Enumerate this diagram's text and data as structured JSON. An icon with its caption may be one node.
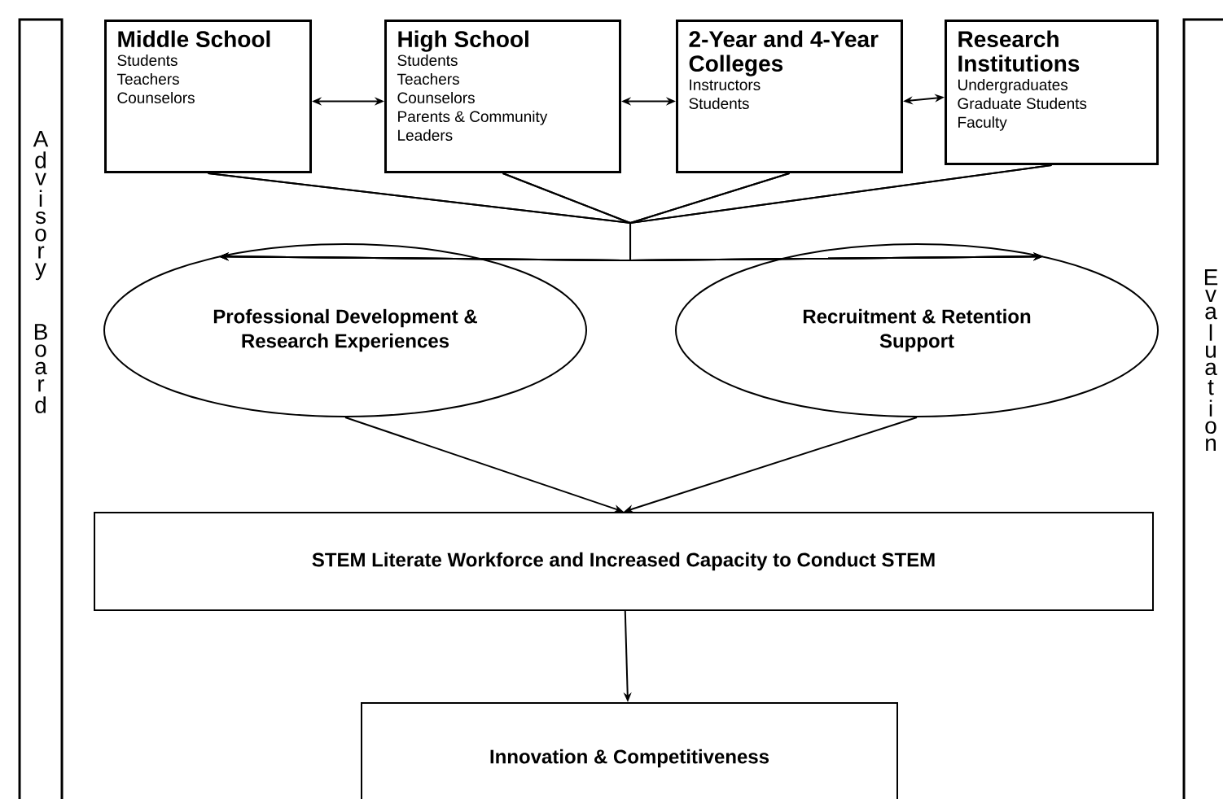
{
  "diagram": {
    "nodes": [
      {
        "text": [
          "Advisory Board"
        ]
      },
      {
        "text": [
          "Middle School",
          "Students",
          "Teachers",
          "Counselors"
        ]
      },
      {
        "text": [
          "High School",
          "Students",
          "Teachers",
          "Counselors",
          "Parents & Community",
          "Leaders"
        ]
      },
      {
        "text": [
          "2-Year and 4-Year Colleges",
          "Instructors",
          "Students"
        ]
      },
      {
        "text": [
          "Research Institutions",
          "Undergraduates",
          "Graduate Students",
          "Faculty"
        ]
      },
      {
        "text": [
          "Evaluation"
        ]
      },
      {
        "text": [
          "Professional Development & Research Experiences"
        ]
      },
      {
        "text": [
          "Recruitment & Retention Support"
        ]
      },
      {
        "text": [
          "STEM Literate Workforce and Increased Capacity to Conduct STEM"
        ]
      },
      {
        "text": [
          "Innovation & Competitiveness"
        ]
      }
    ],
    "edges": [
      {
        "from": 1,
        "to": 2,
        "arrow": "both"
      },
      {
        "from": 2,
        "to": 3,
        "arrow": "both"
      },
      {
        "from": 3,
        "to": 4,
        "arrow": "both"
      },
      {
        "from": 1,
        "to": 6,
        "arrow": "to"
      },
      {
        "from": 1,
        "to": 7,
        "arrow": "to"
      },
      {
        "from": 2,
        "to": 6,
        "arrow": "to"
      },
      {
        "from": 2,
        "to": 7,
        "arrow": "to"
      },
      {
        "from": 3,
        "to": 6,
        "arrow": "to"
      },
      {
        "from": 3,
        "to": 7,
        "arrow": "to"
      },
      {
        "from": 4,
        "to": 6,
        "arrow": "to"
      },
      {
        "from": 4,
        "to": 7,
        "arrow": "to"
      },
      {
        "from": 6,
        "to": 8,
        "arrow": "to"
      },
      {
        "from": 7,
        "to": 8,
        "arrow": "to"
      },
      {
        "from": 8,
        "to": 9,
        "arrow": "to"
      }
    ]
  }
}
